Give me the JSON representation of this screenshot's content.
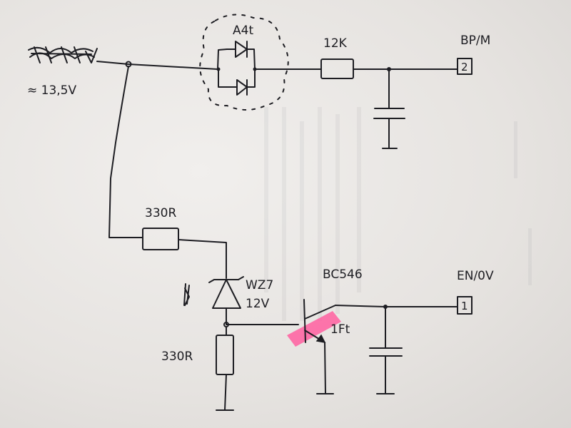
{
  "labels": {
    "input_voltage": "≈ 13,5V",
    "diode_pair": "A4t",
    "resistor_top": "12K",
    "output_2_name": "BP/M",
    "output_2_pin": "2",
    "resistor_mid": "330R",
    "zener_type": "WZ7",
    "zener_voltage": "12V",
    "resistor_low": "330R",
    "transistor": "BC546",
    "transistor_note": "1Ft",
    "output_1_name": "EN/0V",
    "output_1_pin": "1"
  },
  "colors": {
    "ink": "#1d1d22",
    "highlight": "#ff5fa0",
    "paper": "#eceae7"
  }
}
